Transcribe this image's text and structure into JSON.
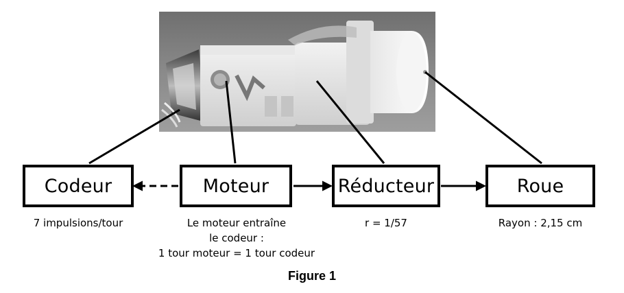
{
  "blocks": {
    "codeur": "Codeur",
    "moteur": "Moteur",
    "reducteur": "Réducteur",
    "roue": "Roue"
  },
  "notes": {
    "codeur": "7 impulsions/tour",
    "moteur_line1": "Le moteur entraîne",
    "moteur_line2": "le codeur :",
    "moteur_line3": "1 tour moteur = 1 tour codeur",
    "reducteur": "r = 1/57",
    "roue": "Rayon : 2,15 cm"
  },
  "figure_title": "Figure 1",
  "photo": {
    "description_icon": "motor-gearbox-photo"
  }
}
